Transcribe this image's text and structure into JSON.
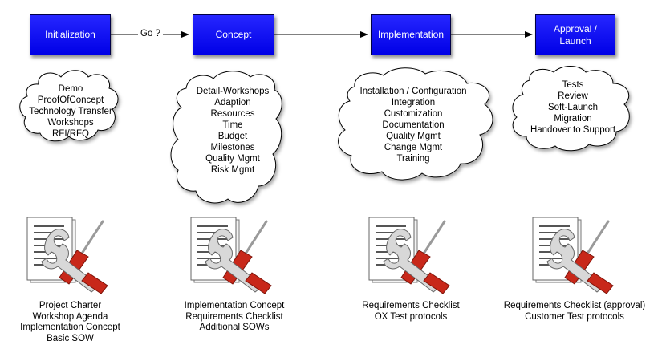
{
  "phases": [
    {
      "label": "Initialization"
    },
    {
      "label": "Concept"
    },
    {
      "label": "Implementation"
    },
    {
      "label_line1": "Approval /",
      "label_line2": "Launch"
    }
  ],
  "transitions": [
    {
      "label": "Go ?"
    }
  ],
  "clouds": [
    {
      "items": [
        "Demo",
        "ProofOfConcept",
        "Technology Transfer",
        "Workshops",
        "RFI/RFQ"
      ]
    },
    {
      "items": [
        "Detail-Workshops",
        "Adaption",
        "Resources",
        "Time",
        "Budget",
        "Milestones",
        "Quality Mgmt",
        "Risk Mgmt"
      ]
    },
    {
      "items": [
        "Installation / Configuration",
        "Integration",
        "Customization",
        "Documentation",
        "Quality Mgmt",
        "Change Mgmt",
        "Training"
      ]
    },
    {
      "items": [
        "Tests",
        "Review",
        "Soft-Launch",
        "Migration",
        "Handover to Support"
      ]
    }
  ],
  "deliverables": [
    {
      "icon": "document-tools-icon",
      "items": [
        "Project Charter",
        "Workshop Agenda",
        "Implementation Concept",
        "Basic SOW"
      ]
    },
    {
      "icon": "document-tools-icon",
      "items": [
        "Implementation Concept",
        "Requirements Checklist",
        "Additional SOWs"
      ]
    },
    {
      "icon": "document-tools-icon",
      "items": [
        "Requirements Checklist",
        "OX Test protocols"
      ]
    },
    {
      "icon": "document-tools-icon",
      "items": [
        "Requirements Checklist (approval)",
        "Customer Test protocols"
      ]
    }
  ],
  "colors": {
    "phase_box": "#0000ff",
    "arrow": "#000000",
    "wrench": "#c8281a",
    "cloud_fill": "#ffffff"
  }
}
